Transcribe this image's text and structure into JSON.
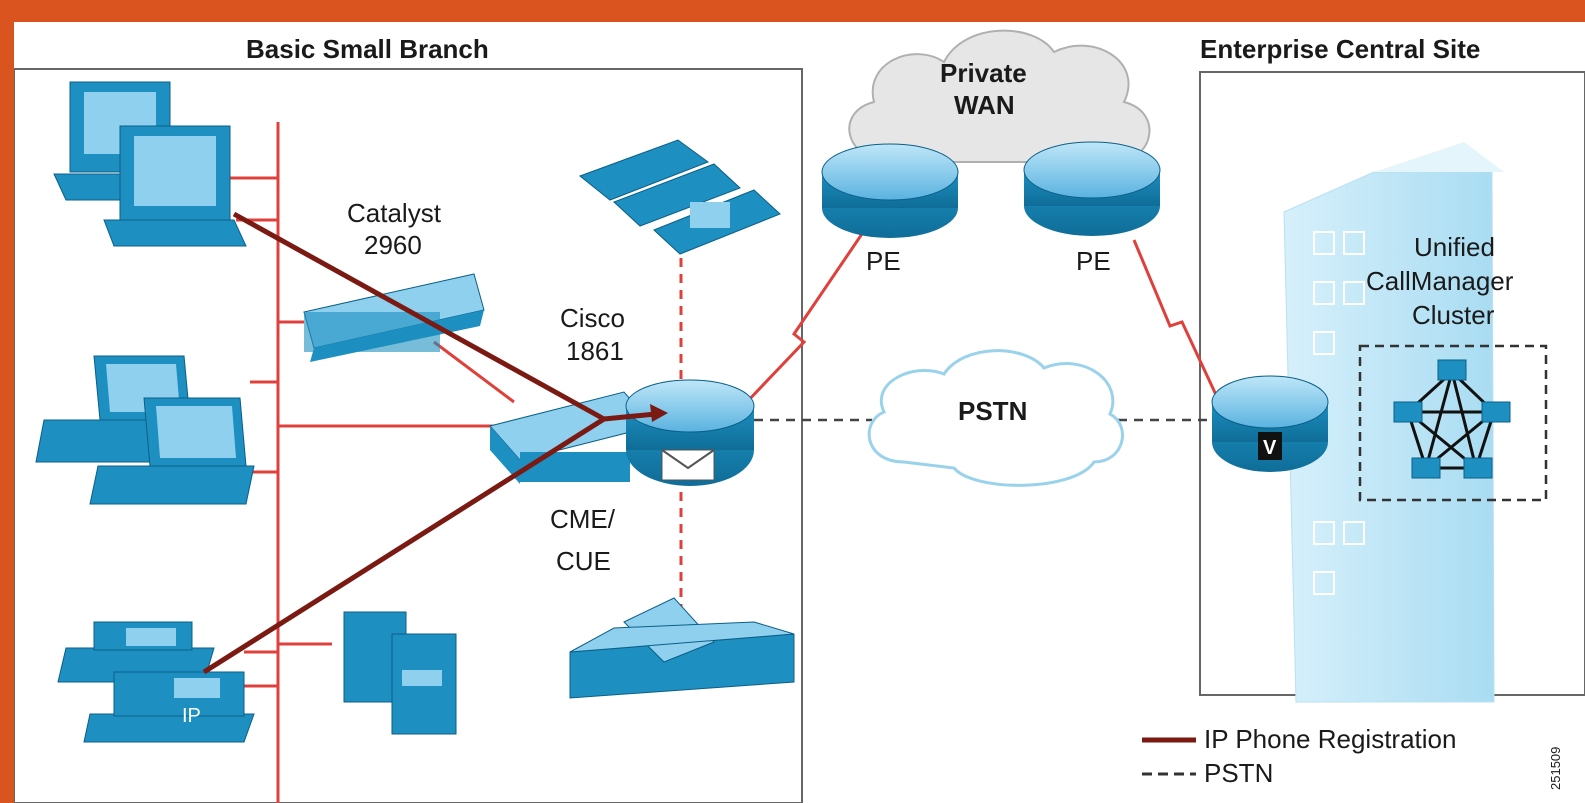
{
  "branch": {
    "title": "Basic Small Branch",
    "switch_label_line1": "Catalyst",
    "switch_label_line2": "2960",
    "router_label_line1": "Cisco",
    "router_label_line2": "1861",
    "cme_label_line1": "CME/",
    "cme_label_line2": "CUE",
    "ip_phone_tag": "IP"
  },
  "wan": {
    "cloud_line1": "Private",
    "cloud_line2": "WAN",
    "pe_left": "PE",
    "pe_right": "PE"
  },
  "pstn": {
    "cloud_label": "PSTN"
  },
  "central": {
    "title": "Enterprise Central Site",
    "cluster_line1": "Unified",
    "cluster_line2": "CallManager",
    "cluster_line3": "Cluster",
    "voice_router_tag": "V"
  },
  "legend": {
    "items": [
      {
        "label": "IP Phone Registration",
        "style": "solid",
        "color": "#7a1a12"
      },
      {
        "label": "PSTN",
        "style": "dashed",
        "color": "#333333"
      }
    ],
    "figure_id": "251509"
  },
  "colors": {
    "accent_orange": "#d9541e",
    "link_red": "#e0403c",
    "registration_path": "#7a1a12",
    "device_blue": "#1d8fc0",
    "device_light": "#8fd0ee",
    "building": "#cdebf7",
    "cloud": "#e6e6e6"
  }
}
